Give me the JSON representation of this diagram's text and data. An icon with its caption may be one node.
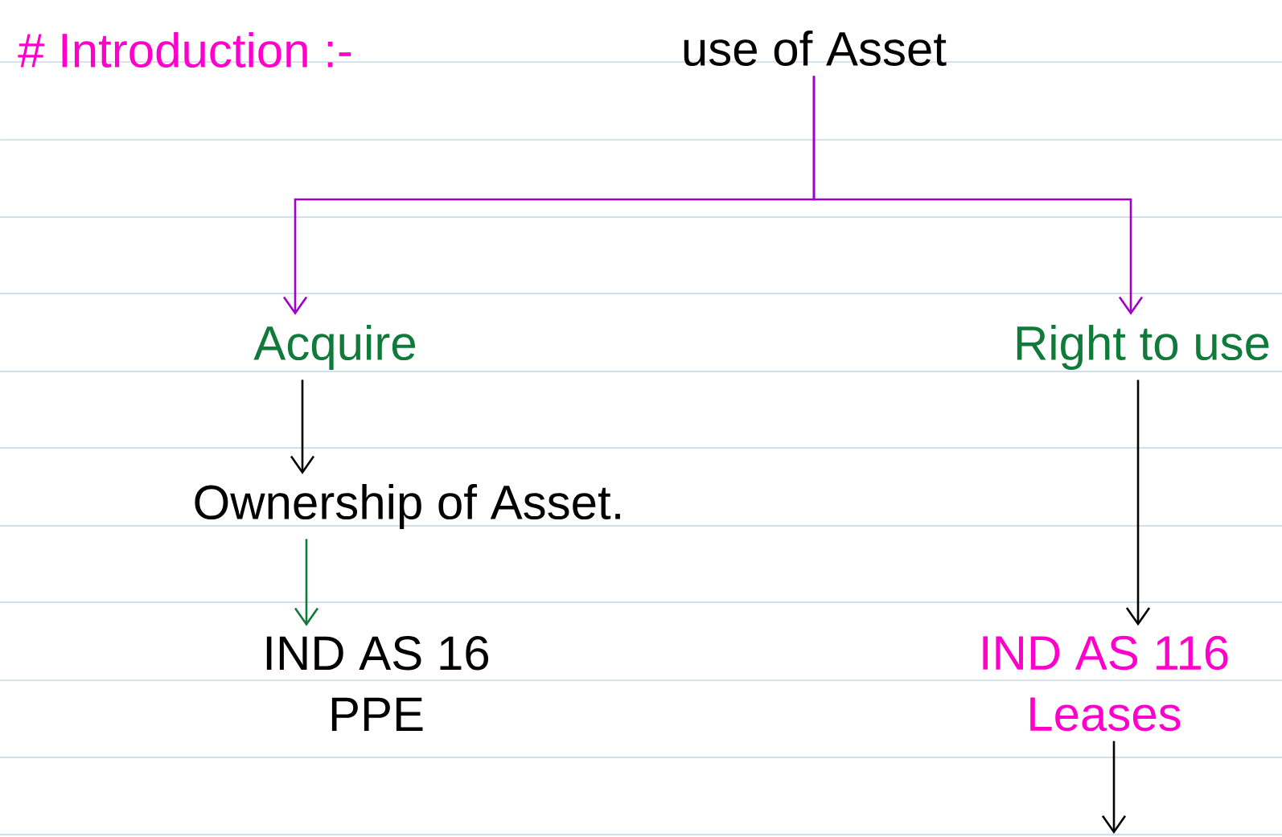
{
  "diagram": {
    "title": "# Introduction :-",
    "nodes": [
      {
        "text": [
          "use of Asset"
        ]
      },
      {
        "text": [
          "Acquire"
        ]
      },
      {
        "text": [
          "Ownership of Asset."
        ]
      },
      {
        "text": [
          "IND AS 16",
          "PPE"
        ]
      },
      {
        "text": [
          "Right to use"
        ]
      },
      {
        "text": [
          "IND AS 116",
          "Leases"
        ]
      }
    ],
    "edges": [
      {
        "from": 0,
        "to": 1,
        "arrow": "to",
        "color": "#a000c8"
      },
      {
        "from": 0,
        "to": 4,
        "arrow": "to",
        "color": "#a000c8"
      },
      {
        "from": 1,
        "to": 2,
        "arrow": "to"
      },
      {
        "from": 2,
        "to": 3,
        "arrow": "to",
        "color": "#107a3a"
      },
      {
        "from": 4,
        "to": 5,
        "arrow": "to"
      },
      {
        "from": 5,
        "to": null,
        "arrow": "to"
      }
    ]
  }
}
